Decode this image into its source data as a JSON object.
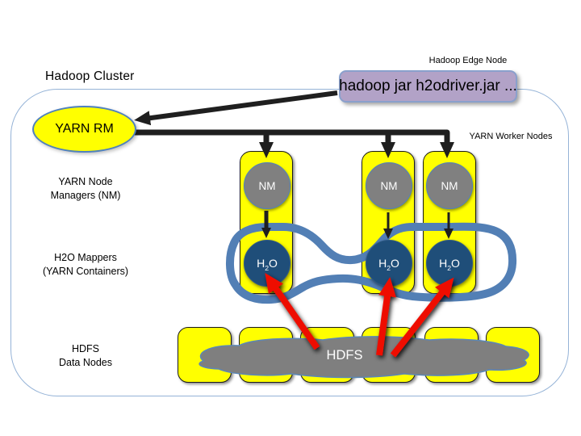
{
  "title": "Hadoop Cluster",
  "edge_node": {
    "label": "Hadoop Edge Node",
    "command": "hadoop jar h2odriver.jar ..."
  },
  "yarn": {
    "rm_label": "YARN RM",
    "worker_nodes_label": "YARN Worker Nodes",
    "nm_label": "NM"
  },
  "left_labels": {
    "nm_line1": "YARN Node",
    "nm_line2": "Managers (NM)",
    "mappers_line1": "H2O Mappers",
    "mappers_line2": "(YARN Containers)",
    "hdfs_line1": "HDFS",
    "hdfs_line2": "Data Nodes"
  },
  "h2o": {
    "pre": "H",
    "sub": "2",
    "post": "O"
  },
  "hdfs_cloud_label": "HDFS",
  "counts": {
    "worker_nodes": 3,
    "data_nodes": 6,
    "hdfs_read_arrows": 3
  },
  "colors": {
    "node_yellow": "#ffff00",
    "nm_gray": "#808080",
    "h2o_blue": "#1f4e79",
    "h2o_outline_blue": "#527fb5",
    "cloud_gray": "#7f7f7f",
    "edge_box_purple": "#b2a2c7",
    "boundary_blue": "#95b3d7",
    "arrow_black": "#1f1f1f",
    "arrow_red": "#ee1100"
  }
}
